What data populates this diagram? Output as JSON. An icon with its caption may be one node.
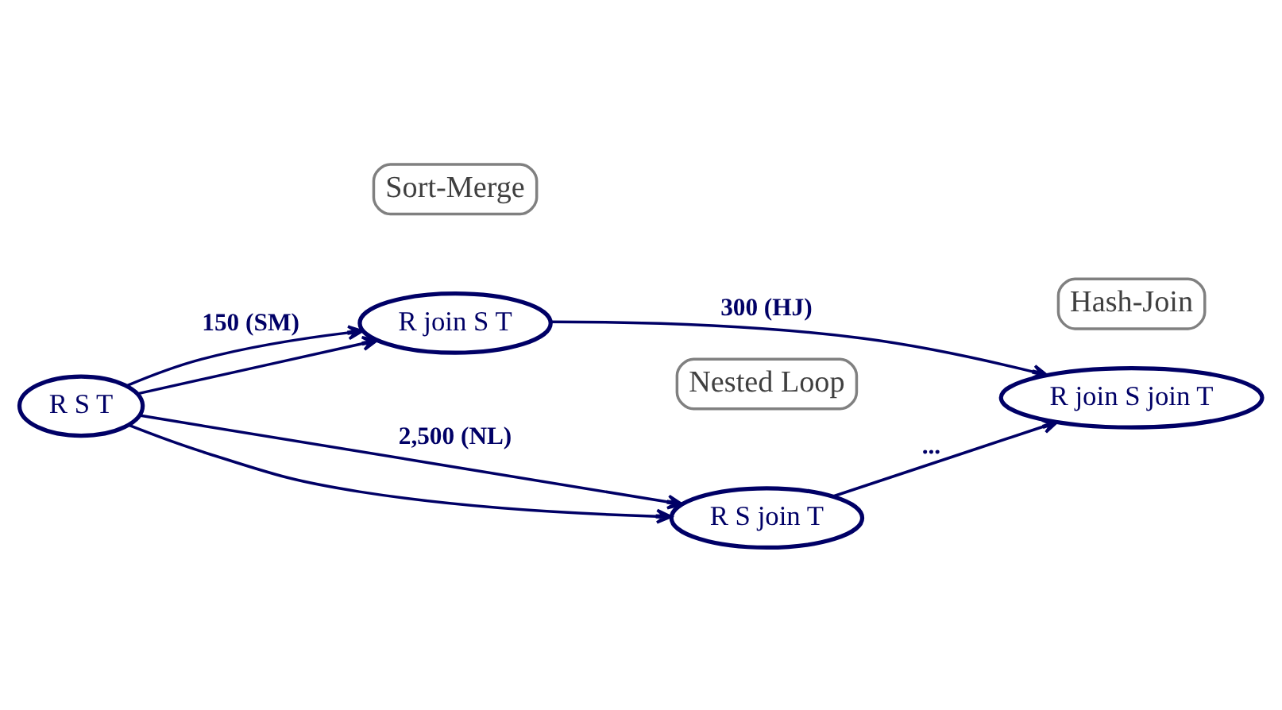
{
  "diagram": {
    "nodes": [
      {
        "text": [
          "R S T"
        ]
      },
      {
        "text": [
          "R join S T"
        ]
      },
      {
        "text": [
          "R S join T"
        ]
      },
      {
        "text": [
          "R join S join T"
        ]
      },
      {
        "text": [
          "Sort-Merge"
        ]
      },
      {
        "text": [
          "Hash-Join"
        ]
      },
      {
        "text": [
          "Nested Loop"
        ]
      }
    ],
    "edges": [
      {
        "from": 0,
        "to": 1,
        "arrow": "to",
        "label": "150 (SM)"
      },
      {
        "from": 0,
        "to": 1,
        "arrow": "to"
      },
      {
        "from": 0,
        "to": 2,
        "arrow": "to",
        "label": "2,500 (NL)"
      },
      {
        "from": 0,
        "to": 2,
        "arrow": "to"
      },
      {
        "from": 1,
        "to": 3,
        "arrow": "to",
        "label": "300 (HJ)"
      },
      {
        "from": 2,
        "to": 3,
        "arrow": "to",
        "label": "..."
      }
    ]
  }
}
